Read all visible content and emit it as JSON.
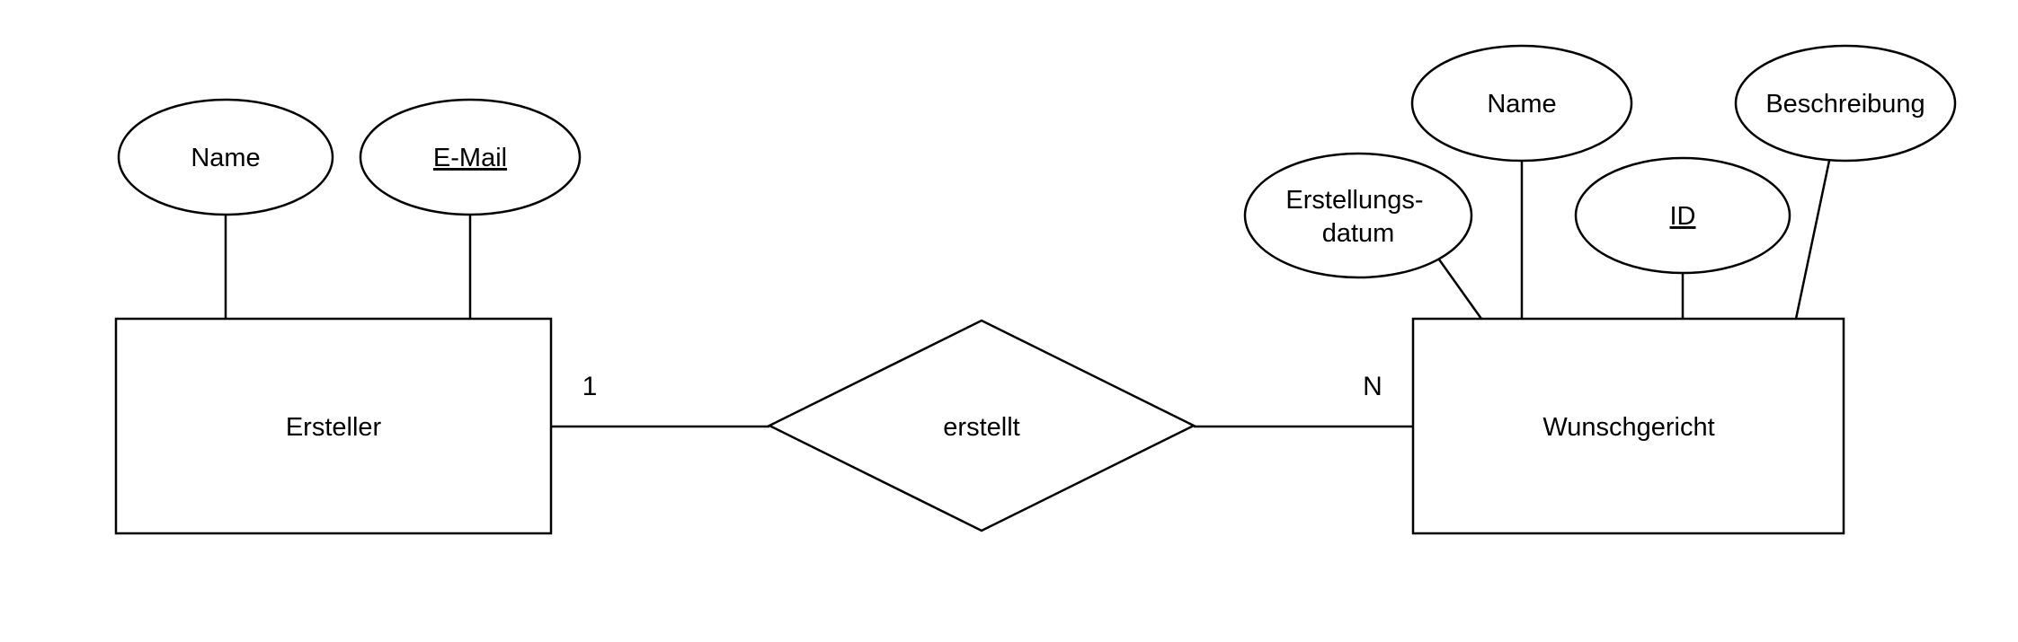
{
  "diagram": {
    "type": "entity-relationship-diagram",
    "colors": {
      "stroke": "#000000",
      "fill": "#ffffff",
      "background": "#ffffff"
    },
    "entities": [
      {
        "label": "Ersteller"
      },
      {
        "label": "Wunschgericht"
      }
    ],
    "relationship": {
      "label": "erstellt",
      "cardinality_left": "1",
      "cardinality_right": "N"
    },
    "attributes_left": [
      {
        "label": "Name",
        "key": false
      },
      {
        "label": "E-Mail",
        "key": true
      }
    ],
    "attributes_right": [
      {
        "label": "Erstellungs-datum",
        "line1": "Erstellungs-",
        "line2": "datum",
        "key": false
      },
      {
        "label": "Name",
        "key": false
      },
      {
        "label": "ID",
        "key": true
      },
      {
        "label": "Beschreibung",
        "key": false
      }
    ]
  }
}
